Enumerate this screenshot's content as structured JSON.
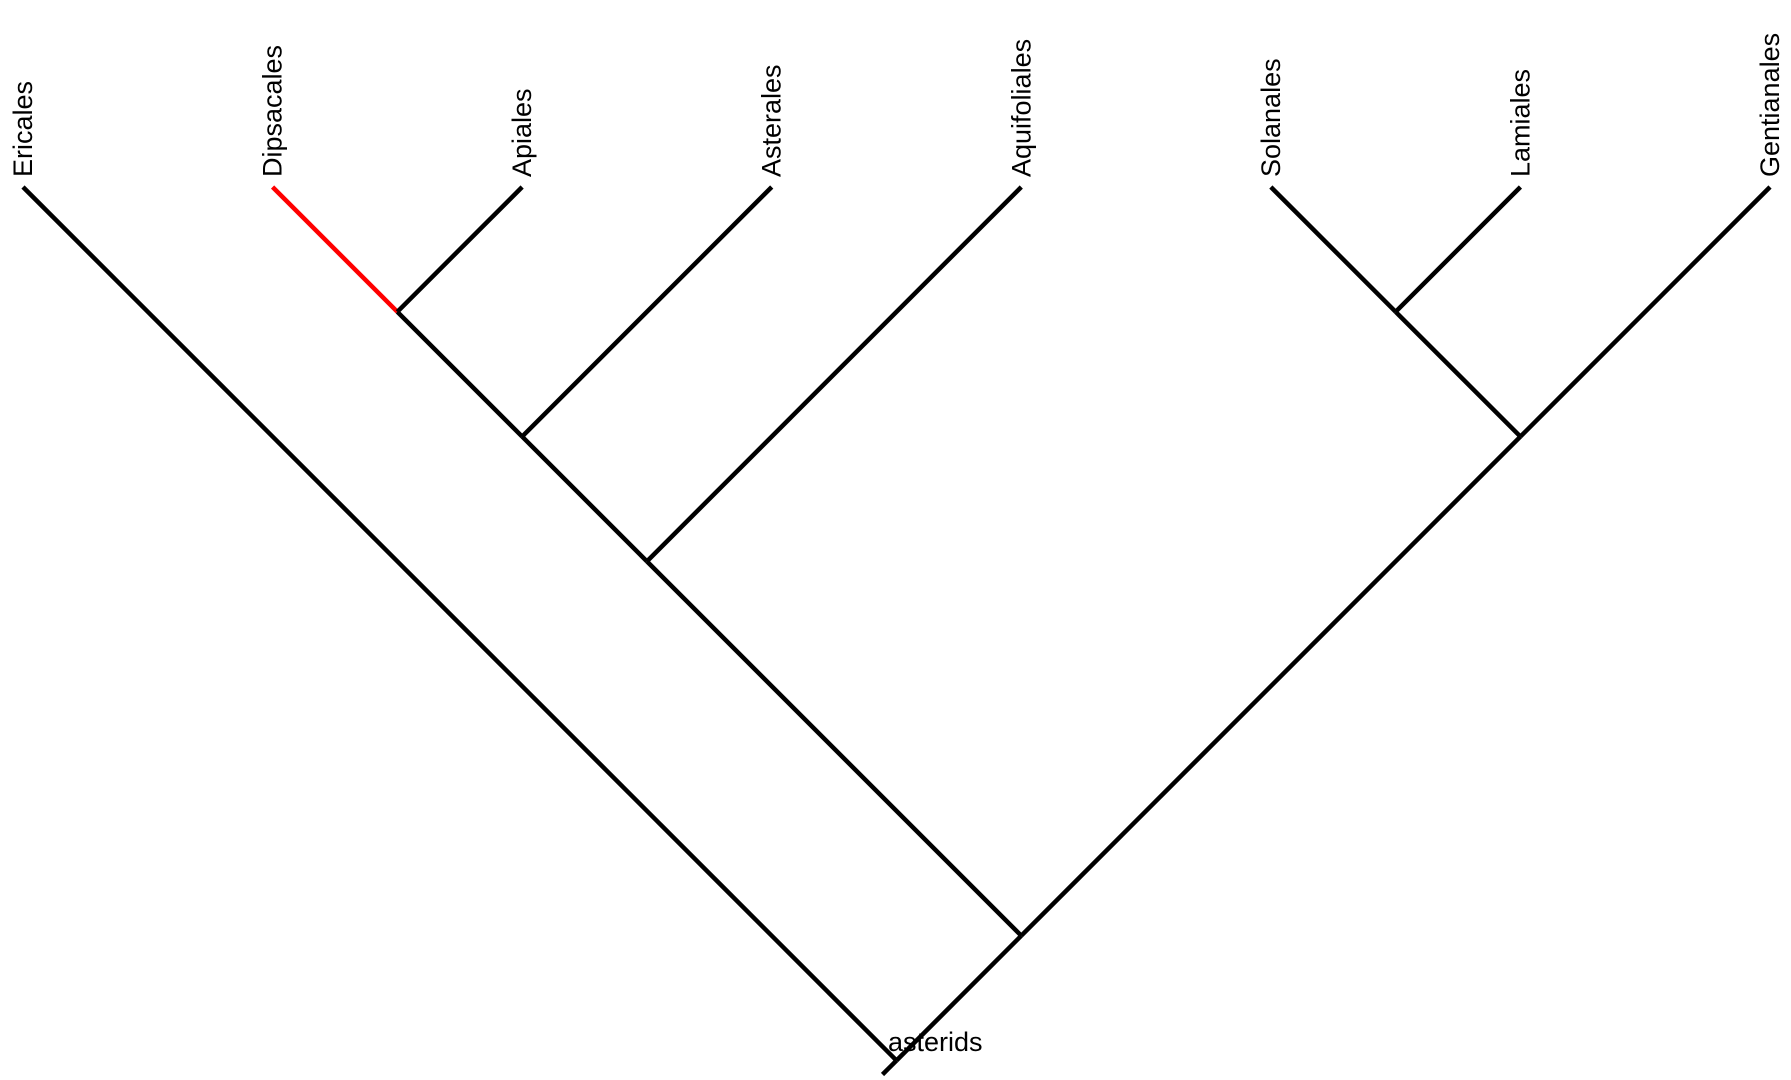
{
  "tree": {
    "root_label": "asterids",
    "topology": [
      "Ericales",
      [
        [
          [
            [
              "Dipsacales",
              "Apiales"
            ],
            "Asterales"
          ],
          "Aquifoliales"
        ],
        [
          [
            "Solanales",
            "Lamiales"
          ],
          "Gentianales"
        ]
      ]
    ],
    "highlighted_branch": "Dipsacales",
    "colors": {
      "branch": "#000000",
      "highlight": "#ff0000"
    }
  }
}
